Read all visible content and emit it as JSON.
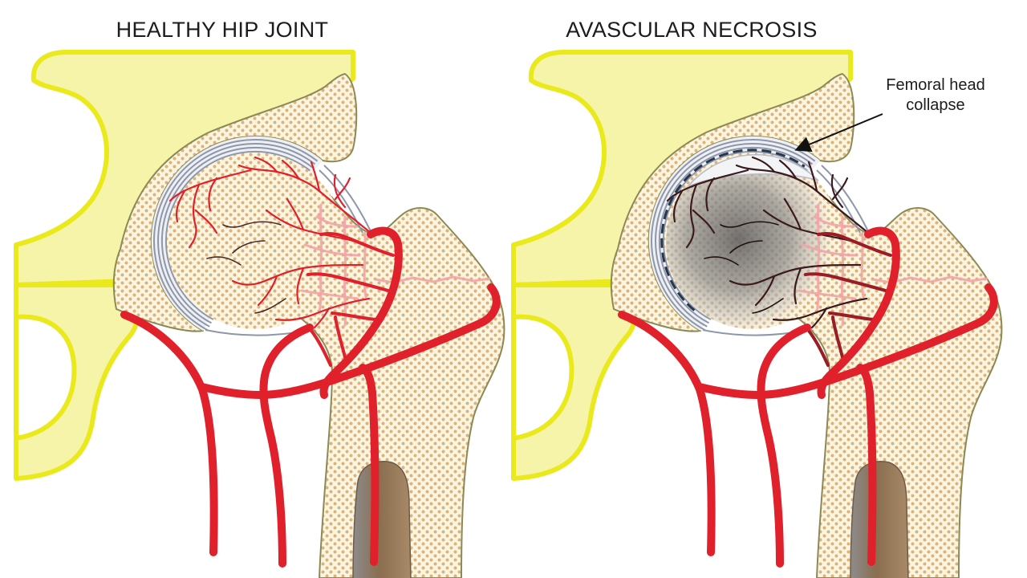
{
  "panels": [
    {
      "title": "HEALTHY HIP JOINT"
    },
    {
      "title": "AVASCULAR NECROSIS",
      "annotation": {
        "lines": [
          "Femoral head",
          "collapse"
        ]
      }
    }
  ],
  "colors": {
    "artery": "#e0202a",
    "pelvis": "#f6f4a8",
    "pelvis_outline": "#e9e91c",
    "bone": "#fbf4df",
    "bone_dots": "#dcb884",
    "bone_outline": "#8b8a55",
    "cartilage": "#8e97aa",
    "marrow": "#9a7b5a",
    "necrosis_vessel": "#3a1a1c",
    "collapse_line": "#26364d"
  }
}
